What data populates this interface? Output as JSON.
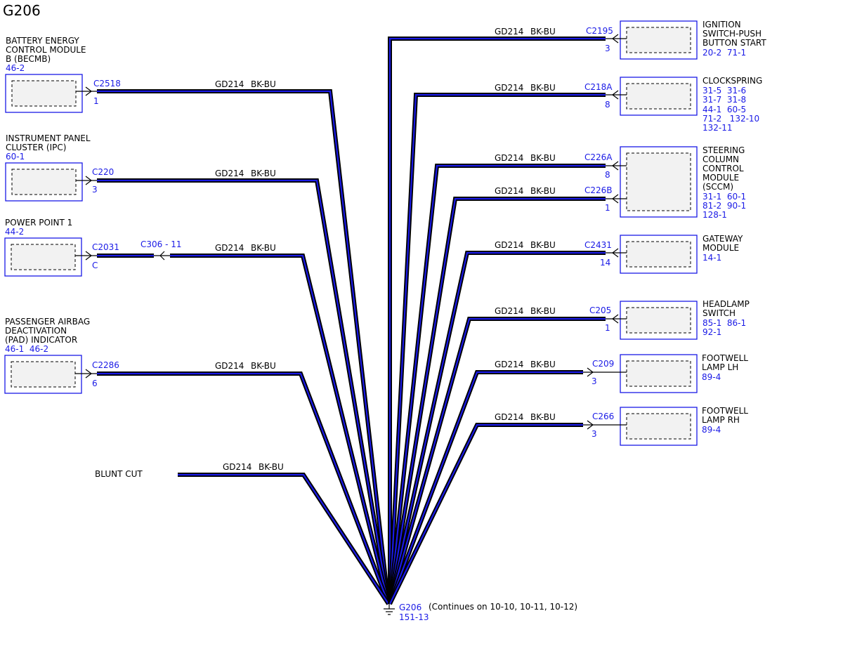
{
  "title": "G206",
  "colors": {
    "wire": "#1a1ae6",
    "reference": "#1a1ae6"
  },
  "wire_label": {
    "circuit": "GD214",
    "color": "BK-BU"
  },
  "left_components": [
    {
      "id": "becmb",
      "name_lines": [
        "BATTERY ENERGY",
        "CONTROL MODULE",
        "B (BECMB)"
      ],
      "refs": [
        "46-2"
      ],
      "connector": "C2518",
      "pin": "1",
      "wire": [
        "GD214",
        "BK-BU"
      ]
    },
    {
      "id": "ipc",
      "name_lines": [
        "INSTRUMENT PANEL",
        "CLUSTER (IPC)"
      ],
      "refs": [
        "60-1"
      ],
      "connector": "C220",
      "pin": "3",
      "wire": [
        "GD214",
        "BK-BU"
      ]
    },
    {
      "id": "power-point",
      "name_lines": [
        "POWER POINT 1"
      ],
      "refs": [
        "44-2"
      ],
      "connector": "C2031",
      "pin": "C",
      "inline_connector": "C306 - 11",
      "wire": [
        "GD214",
        "BK-BU"
      ]
    },
    {
      "id": "pad",
      "name_lines": [
        "PASSENGER AIRBAG",
        "DEACTIVATION",
        "(PAD) INDICATOR"
      ],
      "refs": [
        "46-1  46-2"
      ],
      "connector": "C2286",
      "pin": "6",
      "wire": [
        "GD214",
        "BK-BU"
      ]
    }
  ],
  "blunt_cut": {
    "label": "BLUNT CUT",
    "wire": [
      "GD214",
      "BK-BU"
    ]
  },
  "right_components": [
    {
      "id": "ignition",
      "name_lines": [
        "IGNITION",
        "SWITCH-PUSH",
        "BUTTON START"
      ],
      "refs": [
        "20-2  71-1"
      ],
      "connectors": [
        {
          "name": "C2195",
          "pin": "3",
          "wire": [
            "GD214",
            "BK-BU"
          ]
        }
      ]
    },
    {
      "id": "clockspring",
      "name_lines": [
        "CLOCKSPRING"
      ],
      "refs": [
        "31-5  31-6",
        "31-7  31-8",
        "44-1  60-5",
        "71-2   132-10",
        "132-11"
      ],
      "connectors": [
        {
          "name": "C218A",
          "pin": "8",
          "wire": [
            "GD214",
            "BK-BU"
          ]
        }
      ]
    },
    {
      "id": "sccm",
      "name_lines": [
        "STEERING",
        "COLUMN",
        "CONTROL",
        "MODULE",
        "(SCCM)"
      ],
      "refs": [
        "31-1  60-1",
        "81-2  90-1",
        "128-1"
      ],
      "connectors": [
        {
          "name": "C226A",
          "pin": "8",
          "wire": [
            "GD214",
            "BK-BU"
          ]
        },
        {
          "name": "C226B",
          "pin": "1",
          "wire": [
            "GD214",
            "BK-BU"
          ]
        }
      ]
    },
    {
      "id": "gateway",
      "name_lines": [
        "GATEWAY",
        "MODULE"
      ],
      "refs": [
        "14-1"
      ],
      "connectors": [
        {
          "name": "C2431",
          "pin": "14",
          "wire": [
            "GD214",
            "BK-BU"
          ]
        }
      ]
    },
    {
      "id": "headlamp",
      "name_lines": [
        "HEADLAMP",
        "SWITCH"
      ],
      "refs": [
        "85-1  86-1",
        "92-1"
      ],
      "connectors": [
        {
          "name": "C205",
          "pin": "1",
          "wire": [
            "GD214",
            "BK-BU"
          ]
        }
      ]
    },
    {
      "id": "footwell-lh",
      "name_lines": [
        "FOOTWELL",
        "LAMP LH"
      ],
      "refs": [
        "89-4"
      ],
      "connectors": [
        {
          "name": "C209",
          "pin": "3",
          "wire": [
            "GD214",
            "BK-BU"
          ]
        }
      ]
    },
    {
      "id": "footwell-rh",
      "name_lines": [
        "FOOTWELL",
        "LAMP RH"
      ],
      "refs": [
        "89-4"
      ],
      "connectors": [
        {
          "name": "C266",
          "pin": "3",
          "wire": [
            "GD214",
            "BK-BU"
          ]
        }
      ]
    }
  ],
  "ground": {
    "name": "G206",
    "ref": "151-13",
    "note": "(Continues on 10-10, 10-11, 10-12)"
  }
}
